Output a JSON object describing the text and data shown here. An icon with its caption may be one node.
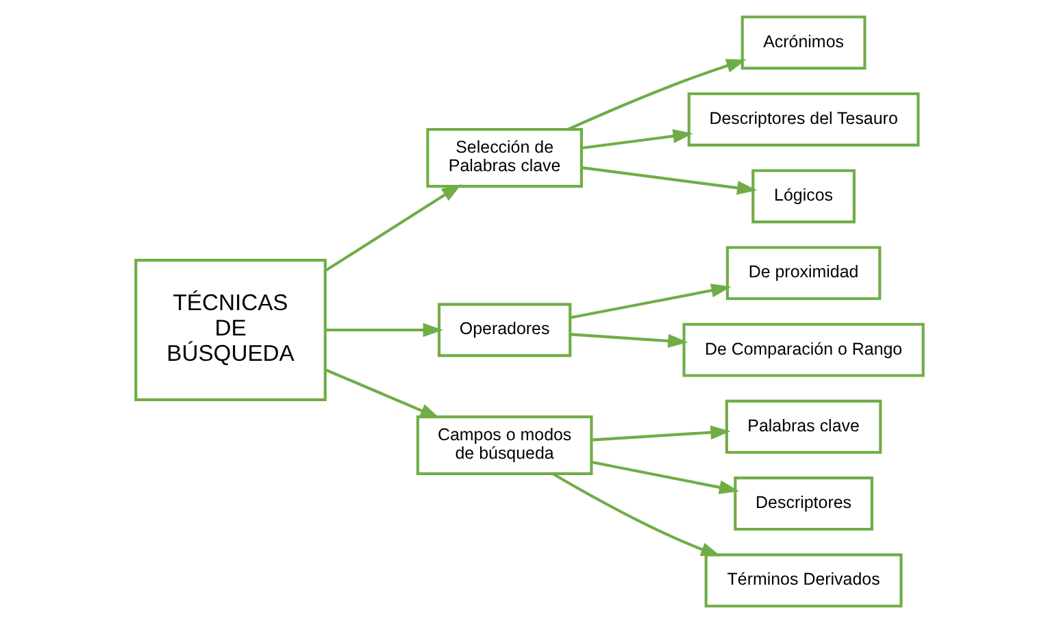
{
  "diagram": {
    "nodes": [
      {
        "text": [
          "TÉCNICAS DE BÚSQUEDA"
        ]
      },
      {
        "text": [
          "Selección de Palabras clave"
        ]
      },
      {
        "text": [
          "Operadores"
        ]
      },
      {
        "text": [
          "Campos o modos de búsqueda"
        ]
      },
      {
        "text": [
          "Acrónimos"
        ]
      },
      {
        "text": [
          "Descriptores del Tesauro"
        ]
      },
      {
        "text": [
          "Lógicos"
        ]
      },
      {
        "text": [
          "De proximidad"
        ]
      },
      {
        "text": [
          "De Comparación o Rango"
        ]
      },
      {
        "text": [
          "Palabras clave"
        ]
      },
      {
        "text": [
          "Descriptores"
        ]
      },
      {
        "text": [
          "Términos Derivados"
        ]
      }
    ],
    "edges": [
      {
        "from": 0,
        "to": 1,
        "arrow": "to"
      },
      {
        "from": 0,
        "to": 2,
        "arrow": "to"
      },
      {
        "from": 0,
        "to": 3,
        "arrow": "to"
      },
      {
        "from": 1,
        "to": 4,
        "arrow": "to"
      },
      {
        "from": 1,
        "to": 5,
        "arrow": "to"
      },
      {
        "from": 1,
        "to": 6,
        "arrow": "to"
      },
      {
        "from": 2,
        "to": 7,
        "arrow": "to"
      },
      {
        "from": 2,
        "to": 8,
        "arrow": "to"
      },
      {
        "from": 3,
        "to": 9,
        "arrow": "to"
      },
      {
        "from": 3,
        "to": 10,
        "arrow": "to"
      },
      {
        "from": 3,
        "to": 11,
        "arrow": "to"
      }
    ]
  }
}
